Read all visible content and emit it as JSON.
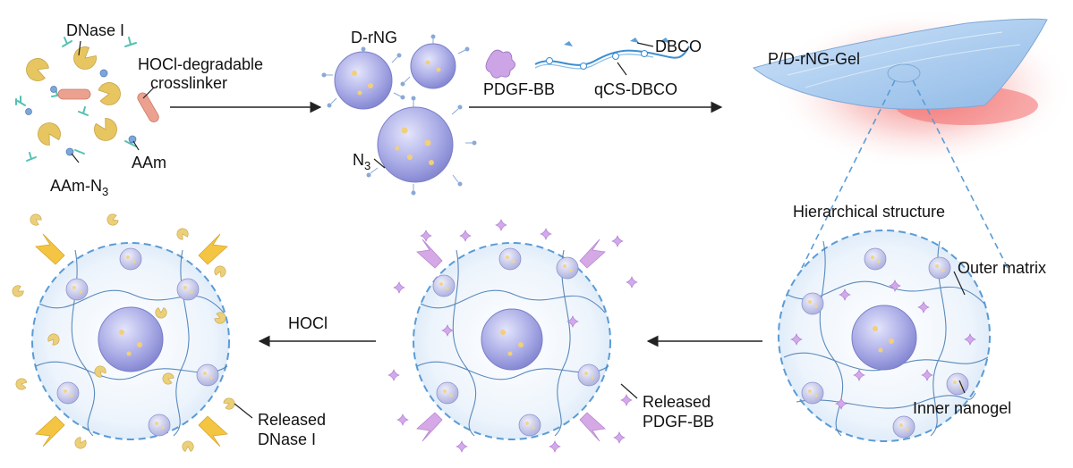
{
  "reagents": {
    "dnase": "DNase I",
    "crosslinker_line1": "HOCl-degradable",
    "crosslinker_line2": "crosslinker",
    "aam": "AAm",
    "aam_n3_main": "AAm-N",
    "aam_n3_sub": "3"
  },
  "nanogel": {
    "label": "D-rNG",
    "n3_main": "N",
    "n3_sub": "3"
  },
  "step2": {
    "pdgf": "PDGF-BB",
    "qcs": "qCS-DBCO",
    "dbco": "DBCO"
  },
  "gel": {
    "label": "P/D-rNG-Gel",
    "hierarchical": "Hierarchical structure",
    "outer_matrix": "Outer matrix",
    "inner_nanogel": "Inner nanogel"
  },
  "release": {
    "pdgf_line1": "Released",
    "pdgf_line2": "PDGF-BB",
    "hocl": "HOCl",
    "dnase_line1": "Released",
    "dnase_line2": "DNase I"
  },
  "colors": {
    "enzyme": "#e8c864",
    "nanogel": "#9a9ce0",
    "network": "#4a7fb5",
    "dashed_circle": "#5b9bd5",
    "pdgf_purple": "#c79be0",
    "sheet": "#a9cdf2",
    "glow": "#f07070"
  }
}
